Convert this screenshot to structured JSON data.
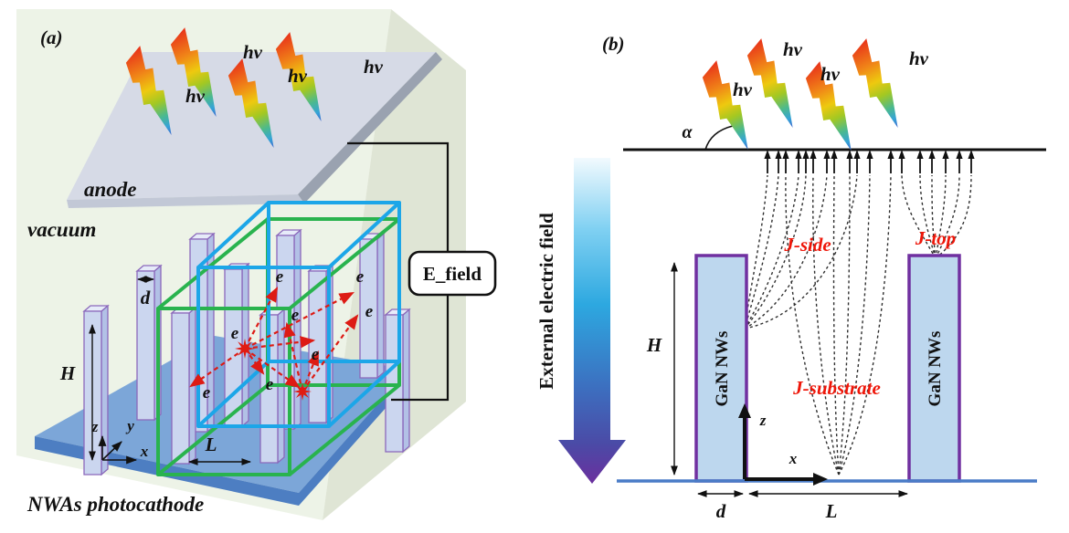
{
  "panel_a": {
    "tag": "(a)",
    "photon_label": "hv",
    "anode_label": "anode",
    "vacuum_label": "vacuum",
    "efield_label": "E_field",
    "electron_label": "e",
    "diameter_label": "d",
    "height_label": "H",
    "pitch_label": "L",
    "axis_x": "x",
    "axis_y": "y",
    "axis_z": "z",
    "cathode_label": "NWAs photocathode"
  },
  "panel_b": {
    "tag": "(b)",
    "photon_label": "hv",
    "alpha_label": "α",
    "external_field_label": "External electric field",
    "nanowire_label": "GaN NWs",
    "j_side_label": "J-side",
    "j_top_label": "J-top",
    "j_substrate_label": "J-substrate",
    "height_label": "H",
    "diameter_label": "d",
    "pitch_label": "L",
    "axis_x": "x",
    "axis_z": "z"
  },
  "colors": {
    "photon_gradient": [
      "#e8311a",
      "#f08418",
      "#eec90f",
      "#a3c822",
      "#35a3d8",
      "#3e66cc"
    ],
    "green_box": "#29b34e",
    "blue_box": "#1ca6e8",
    "electron_red": "#dd1b14",
    "current_label_red": "#ee1609",
    "nanowire_fill_b": "#bdd7ee",
    "nanowire_border_b": "#7030a0",
    "nanowire_fill_a": "#cbd6ef",
    "substrate_blue": "#7ca6d8",
    "substrate_line_b": "#4a7cc7",
    "external_field_gradient": [
      "#eef7fd",
      "#2da8e0",
      "#6b2f9e"
    ]
  }
}
